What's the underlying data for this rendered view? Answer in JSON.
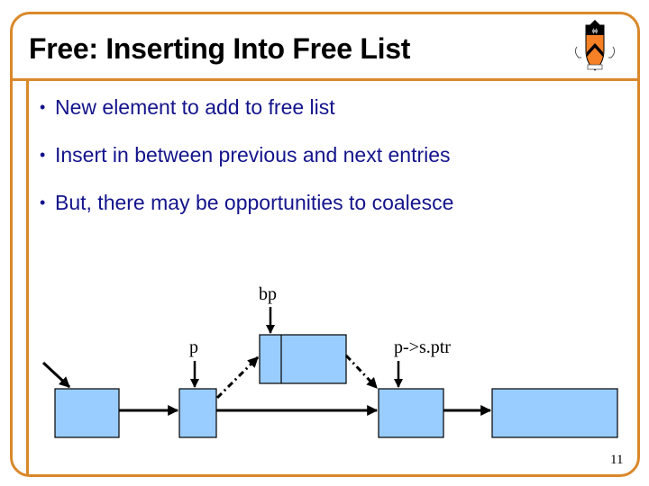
{
  "slide": {
    "title": "Free: Inserting Into Free List",
    "bullets": [
      "New element to add to free list",
      "Insert in between previous and next entries",
      "But, there may be opportunities to coalesce"
    ],
    "page_number": "11",
    "logo": "princeton-shield-icon"
  },
  "diagram": {
    "labels": {
      "bp": "bp",
      "p": "p",
      "next": "p->s.ptr"
    },
    "box_fill": "#99ccff",
    "box_stroke": "#000000",
    "accent": "#d9882a",
    "text_color": "#14148c"
  }
}
